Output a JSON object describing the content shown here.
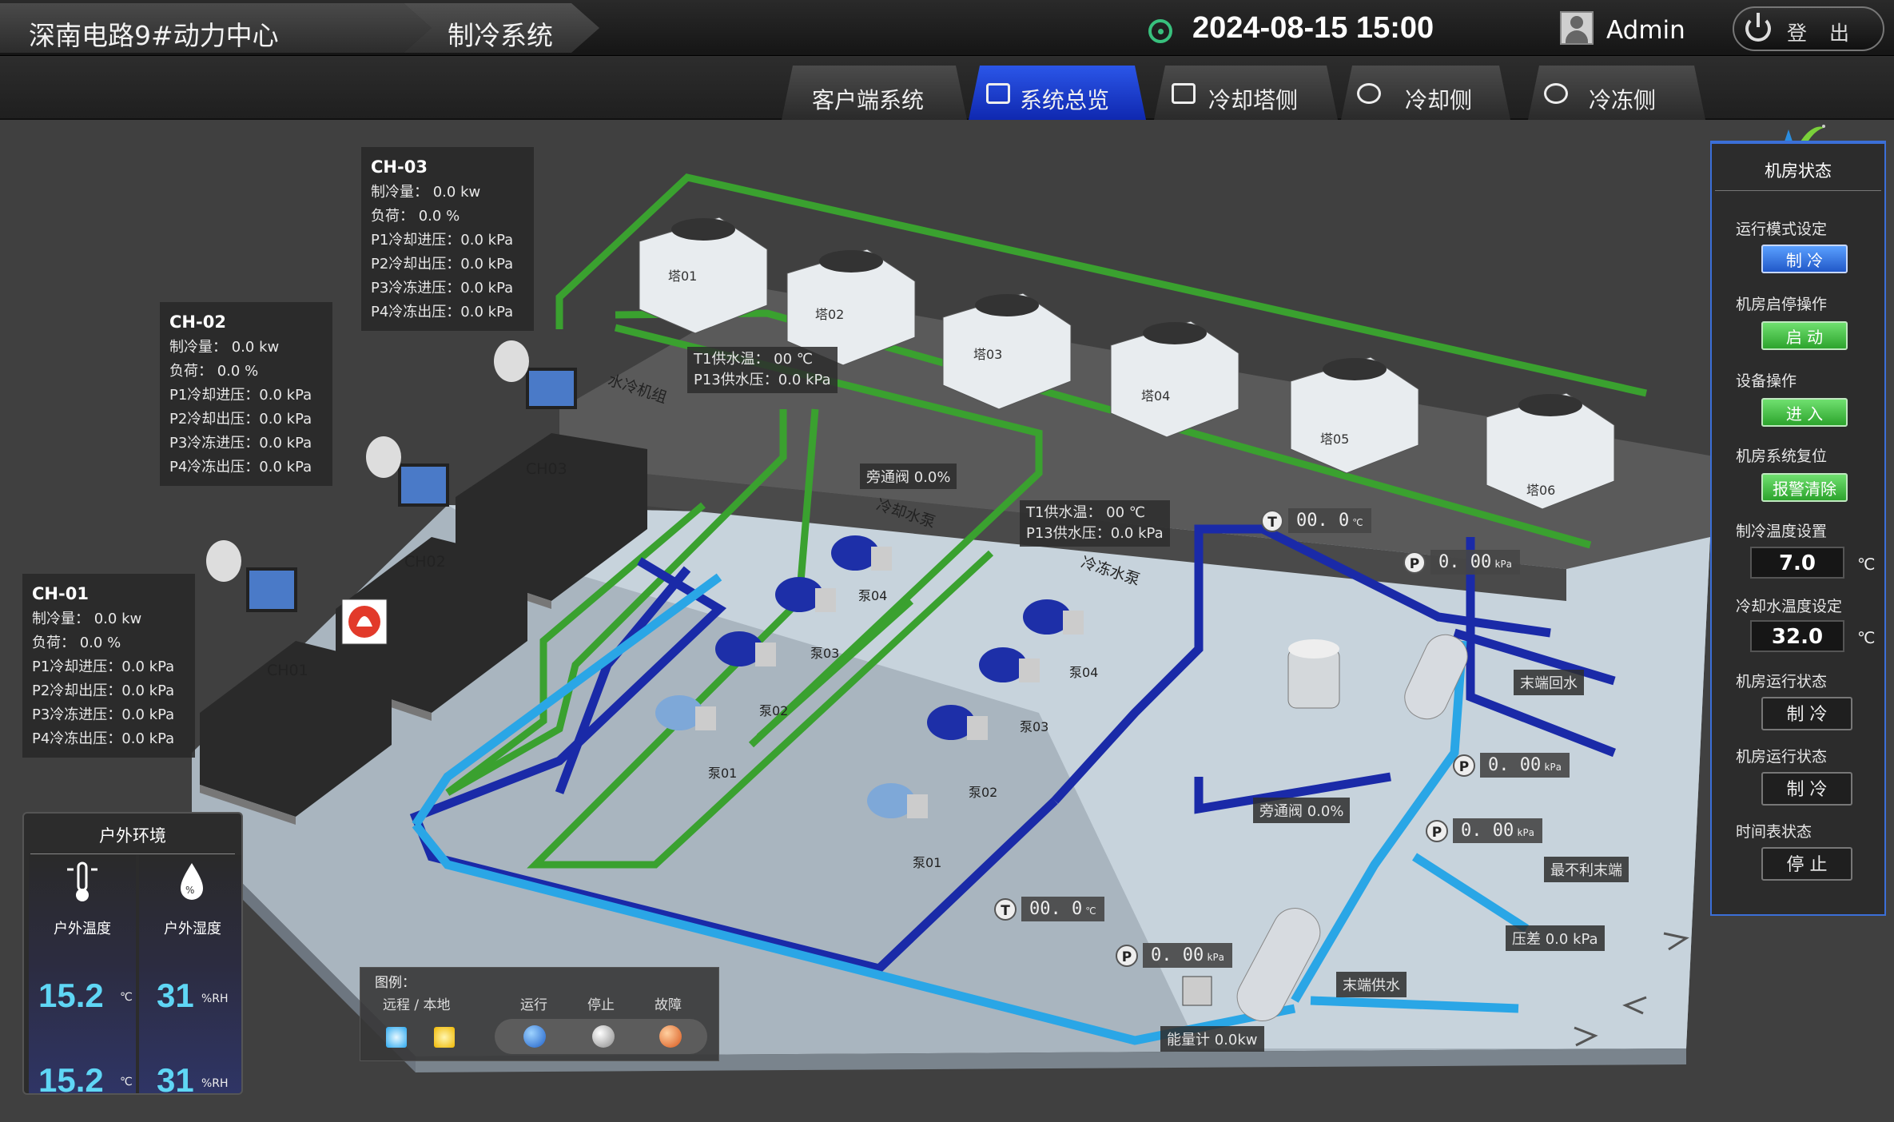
{
  "header": {
    "site": "深南电路9#动力中心",
    "system": "制冷系统",
    "datetime": "2024-08-15  15:00",
    "user": "Admin",
    "logout": "登 出"
  },
  "tabs": [
    {
      "label": "客户端系统"
    },
    {
      "label": "系统总览"
    },
    {
      "label": "冷却塔侧"
    },
    {
      "label": "冷却侧"
    },
    {
      "label": "冷冻侧"
    }
  ],
  "chillers": [
    {
      "name": "CH-03",
      "unit_label": "CH03",
      "rows": [
        "制冷量：  0.0 kw",
        "负荷：   0.0 %",
        "P1冷却进压：0.0 kPa",
        "P2冷却出压：0.0 kPa",
        "P3冷冻进压：0.0 kPa",
        "P4冷冻出压：0.0 kPa"
      ]
    },
    {
      "name": "CH-02",
      "unit_label": "CH02",
      "rows": [
        "制冷量：  0.0 kw",
        "负荷：   0.0 %",
        "P1冷却进压：0.0 kPa",
        "P2冷却出压：0.0 kPa",
        "P3冷冻进压：0.0 kPa",
        "P4冷冻出压：0.0 kPa"
      ]
    },
    {
      "name": "CH-01",
      "unit_label": "CH01",
      "rows": [
        "制冷量：  0.0 kw",
        "负荷：   0.0 %",
        "P1冷却进压：0.0 kPa",
        "P2冷却出压：0.0 kPa",
        "P3冷冻进压：0.0 kPa",
        "P4冷冻出压：0.0 kPa"
      ]
    }
  ],
  "towers": [
    "塔01",
    "塔02",
    "塔03",
    "塔04",
    "塔05",
    "塔06"
  ],
  "scene_labels": {
    "water_chiller_group": "水冷机组",
    "cooling_pump": "冷却水泵",
    "chilled_pump": "冷冻水泵",
    "cooling_bypass": "旁通阀 0.0%",
    "chilled_bypass": "旁通阀 0.0%",
    "t1_cooling": "T1供水温：   00 ℃",
    "p13_cooling": "P13供水压：0.0 kPa",
    "t1_chilled": "T1供水温：   00 ℃",
    "p13_chilled": "P13供水压：0.0 kPa",
    "end_return": "末端回水",
    "least_favorable": "最不利末端",
    "pressure_diff": "压差 0.0 kPa",
    "end_supply": "末端供水",
    "energy_meter": "能量计 0.0kw"
  },
  "cooling_pumps": [
    "泵04",
    "泵03",
    "泵02",
    "泵01"
  ],
  "chilled_pumps": [
    "泵04",
    "泵03",
    "泵02",
    "泵01"
  ],
  "sensors": {
    "t_return": "00. 0",
    "p_return": "0. 00",
    "p_far": "0. 00",
    "p_far2": "0. 00",
    "t_supply": "00. 0",
    "p_supply": "0. 00",
    "unit_c": "℃",
    "unit_kpa": "kPa"
  },
  "right_panel": {
    "title": "机房状态",
    "mode_label": "运行模式设定",
    "mode_btn": "制 冷",
    "startstop_label": "机房启停操作",
    "start_btn": "启   动",
    "device_label": "设备操作",
    "enter_btn": "进   入",
    "reset_label": "机房系统复位",
    "reset_btn": "报警清除",
    "chill_temp_label": "制冷温度设置",
    "chill_temp": "7.0",
    "cool_temp_label": "冷却水温度设定",
    "cool_temp": "32.0",
    "temp_unit": "℃",
    "run_state_label1": "机房运行状态",
    "run_state1": "制 冷",
    "run_state_label2": "机房运行状态",
    "run_state2": "制 冷",
    "schedule_label": "时间表状态",
    "schedule": "停 止"
  },
  "outdoor": {
    "title": "户外环境",
    "temp_label": "户外温度",
    "hum_label": "户外湿度",
    "temp1": "15.2",
    "temp2": "15.2",
    "hum1": "31",
    "hum2": "31",
    "temp_unit": "℃",
    "hum_unit": "%RH"
  },
  "legend": {
    "title": "图例：",
    "remote_local": "远程 / 本地",
    "running": "运行",
    "stopped": "停止",
    "fault": "故障"
  },
  "colors": {
    "active_tab": "#1f3fd8",
    "cooling_pipe": "#3aa12f",
    "chilled_pipe": "#1a2aa8",
    "supply_pipe": "#2aa6e6",
    "reading_cyan": "#5fd6f5"
  }
}
